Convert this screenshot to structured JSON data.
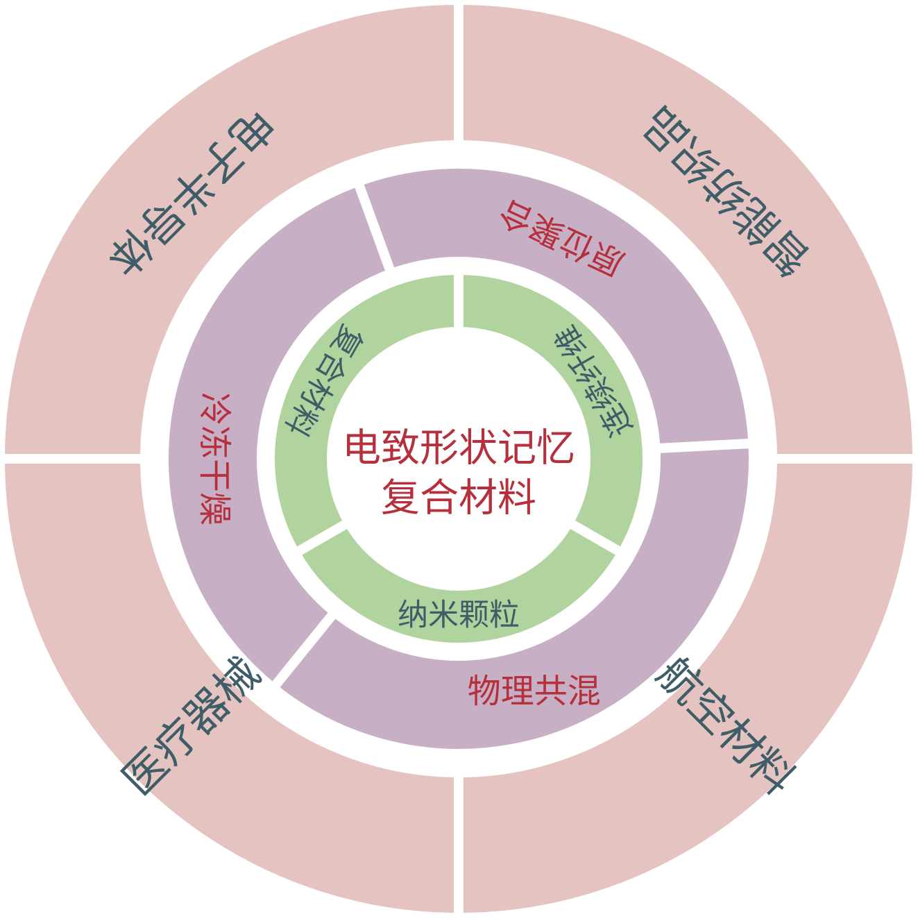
{
  "center": {
    "lines": [
      "电致形状记忆",
      "复合材料"
    ],
    "color": "#b5303c"
  },
  "inner_ring": {
    "fill": "#b1d49f",
    "text_color": "#3e5d66",
    "segments": [
      {
        "label": "连续纤维"
      },
      {
        "label": "纳米颗粒"
      },
      {
        "label": "复合材料"
      }
    ]
  },
  "middle_ring": {
    "fill": "#c7b0c5",
    "text_color": "#b5303c",
    "segments": [
      {
        "label": "原位聚合"
      },
      {
        "label": "物理共混"
      },
      {
        "label": "冷冻干燥"
      }
    ]
  },
  "outer_ring": {
    "fill": "#e4c3c1",
    "text_color": "#3e5d66",
    "segments": [
      {
        "label": "智能纺织品"
      },
      {
        "label": "航空材料"
      },
      {
        "label": "医疗器械"
      },
      {
        "label": "电子半导体"
      }
    ]
  }
}
